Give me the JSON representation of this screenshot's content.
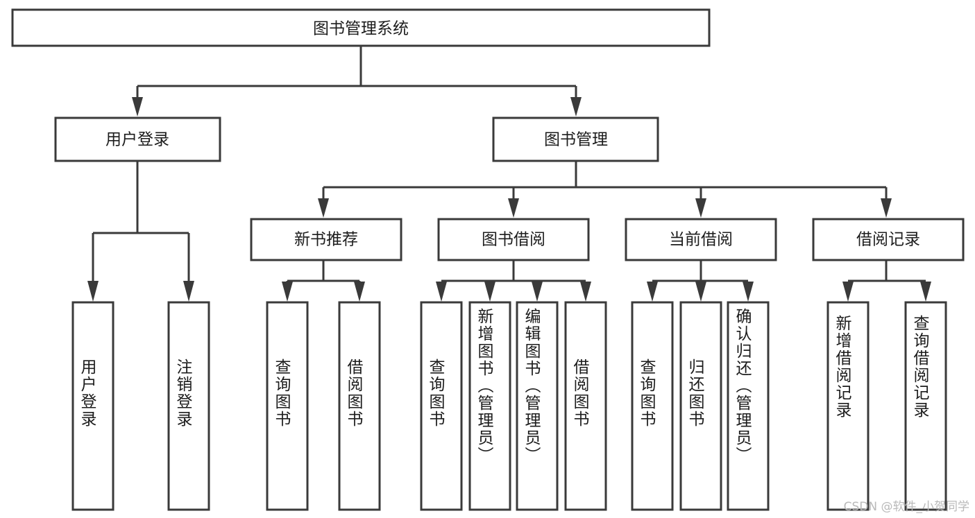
{
  "diagram": {
    "title": "图书管理系统",
    "type": "tree-structure-chart",
    "watermark": "CSDN @软件_小贺同学",
    "colors": {
      "stroke": "#3a3a3a",
      "box_fill": "#ffffff",
      "text": "#1c1c1c",
      "background": "#ffffff",
      "watermark": "#b9b9b9"
    },
    "levels": {
      "root": {
        "label": "图书管理系统"
      },
      "level2": [
        {
          "label": "用户登录"
        },
        {
          "label": "图书管理"
        }
      ],
      "level3": [
        {
          "label": "新书推荐"
        },
        {
          "label": "图书借阅"
        },
        {
          "label": "当前借阅"
        },
        {
          "label": "借阅记录"
        }
      ],
      "leaves": {
        "user_login": [
          {
            "label": "用户登录"
          },
          {
            "label": "注销登录"
          }
        ],
        "new_book_recommend": [
          {
            "label": "查询图书"
          },
          {
            "label": "借阅图书"
          }
        ],
        "book_borrow": [
          {
            "label": "查询图书"
          },
          {
            "label": "新增图书（管理员）"
          },
          {
            "label": "编辑图书（管理员）"
          },
          {
            "label": "借阅图书"
          }
        ],
        "current_borrow": [
          {
            "label": "查询图书"
          },
          {
            "label": "归还图书"
          },
          {
            "label": "确认归还（管理员）"
          }
        ],
        "borrow_records": [
          {
            "label": "新增借阅记录"
          },
          {
            "label": "查询借阅记录"
          }
        ]
      }
    }
  }
}
